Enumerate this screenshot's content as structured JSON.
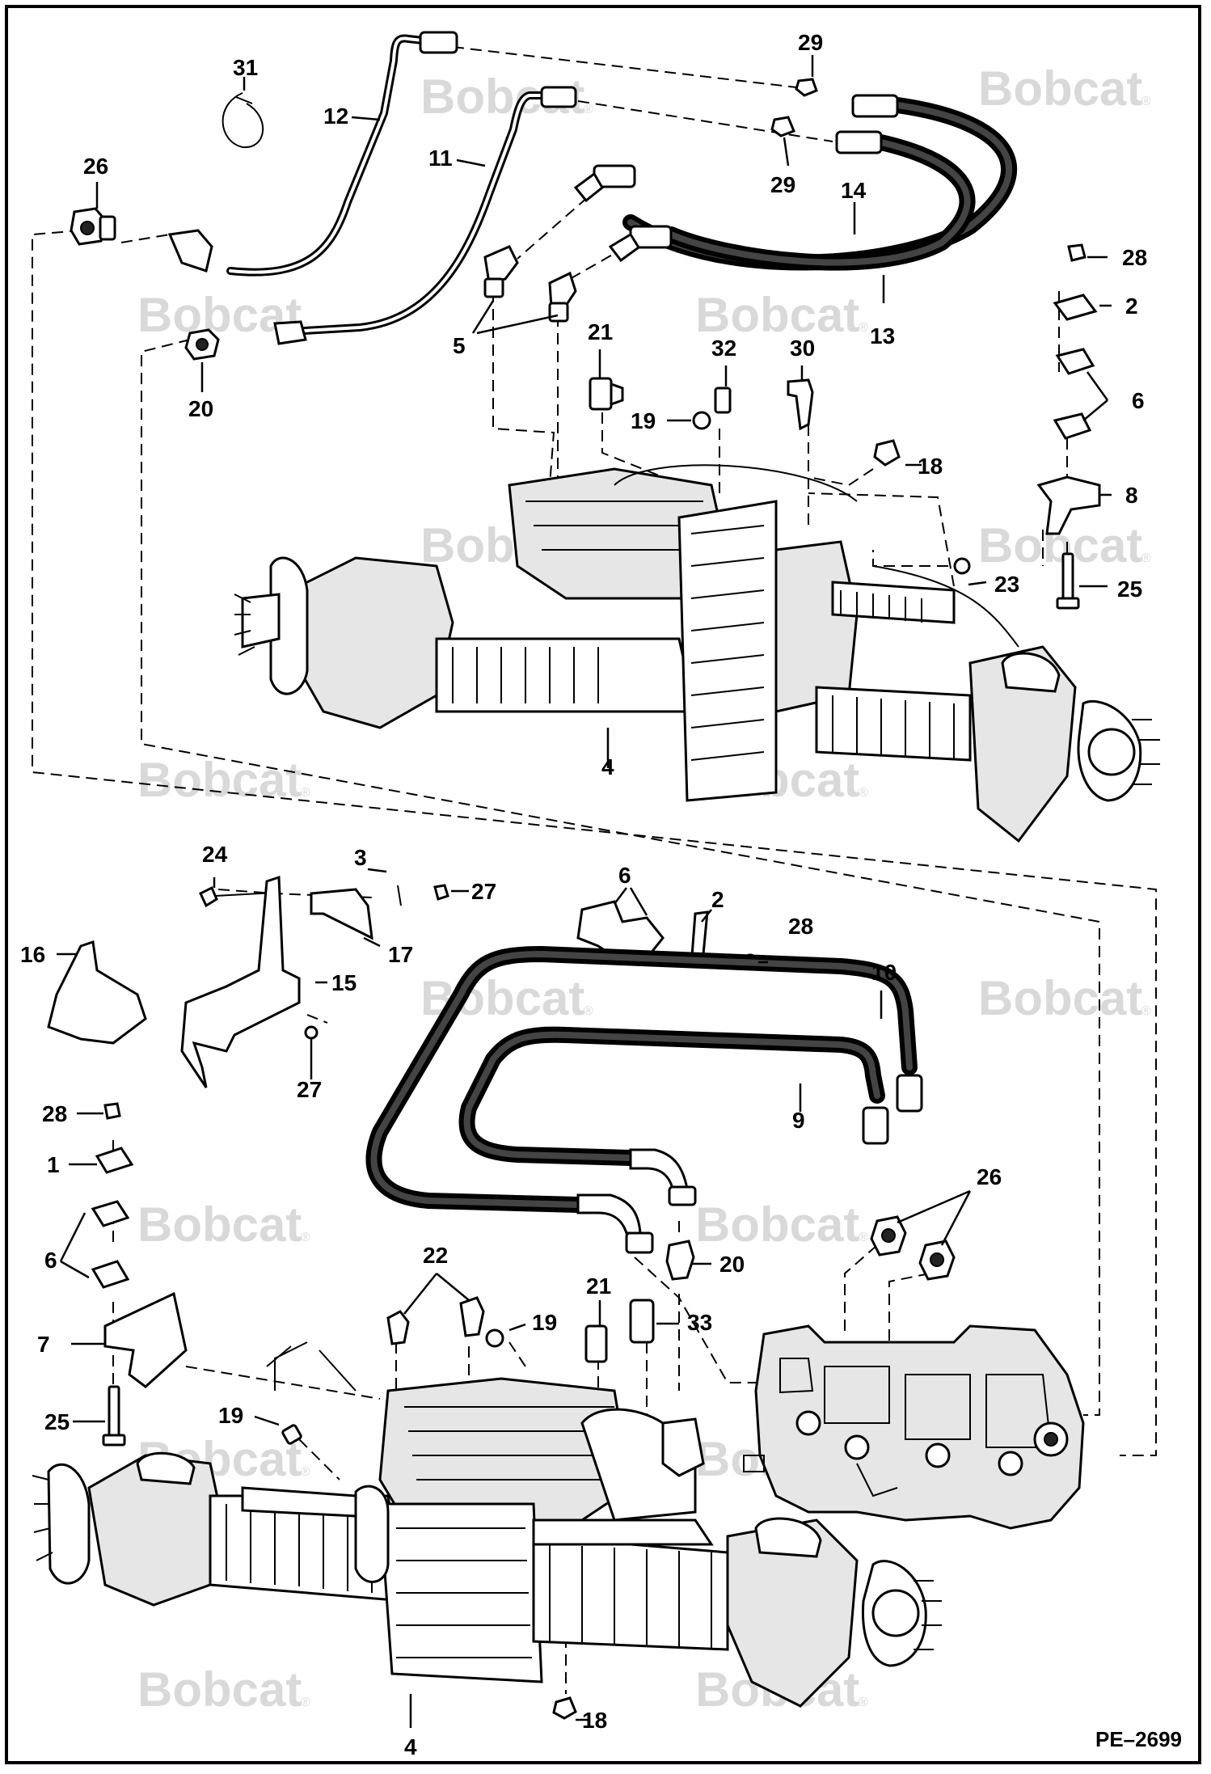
{
  "callouts": {
    "c31": "31",
    "c12": "12",
    "c11": "11",
    "c26a": "26",
    "c20a": "20",
    "c29a": "29",
    "c29b": "29",
    "c14": "14",
    "c13": "13",
    "c5": "5",
    "c21a": "21",
    "c32": "32",
    "c30": "30",
    "c19a": "19",
    "c18a": "18",
    "c28a": "28",
    "c2a": "2",
    "c6a": "6",
    "c8": "8",
    "c23": "23",
    "c25a": "25",
    "c4a": "4",
    "c24": "24",
    "c3": "3",
    "c27a": "27",
    "c17": "17",
    "c16": "16",
    "c15": "15",
    "c27b": "27",
    "c6b": "6",
    "c2b": "2",
    "c28b": "28",
    "c10": "10",
    "c9": "9",
    "c28c": "28",
    "c1": "1",
    "c6c": "6",
    "c26b": "26",
    "c20b": "20",
    "c22": "22",
    "c19b": "19",
    "c21b": "21",
    "c33": "33",
    "c7": "7",
    "c25b": "25",
    "c19c": "19",
    "c4b": "4",
    "c18b": "18"
  },
  "watermark": {
    "brand": "Bobcat",
    "reg": "®"
  },
  "reference": "PE–2699"
}
